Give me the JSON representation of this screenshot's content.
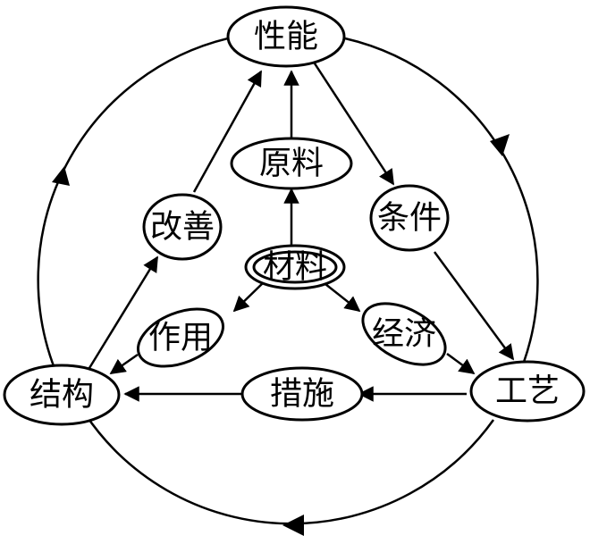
{
  "nodes": {
    "xingneng": {
      "label": "性能"
    },
    "yuanliao": {
      "label": "原料"
    },
    "gaishan": {
      "label": "改善"
    },
    "tiaojian": {
      "label": "条件"
    },
    "cailiao": {
      "label": "材料"
    },
    "zuoyong": {
      "label": "作用"
    },
    "jingji": {
      "label": "经济"
    },
    "jiegou": {
      "label": "结构"
    },
    "cuoshi": {
      "label": "措施"
    },
    "gongyi": {
      "label": "工艺"
    }
  },
  "colors": {
    "stroke": "#000000",
    "background": "#ffffff"
  }
}
